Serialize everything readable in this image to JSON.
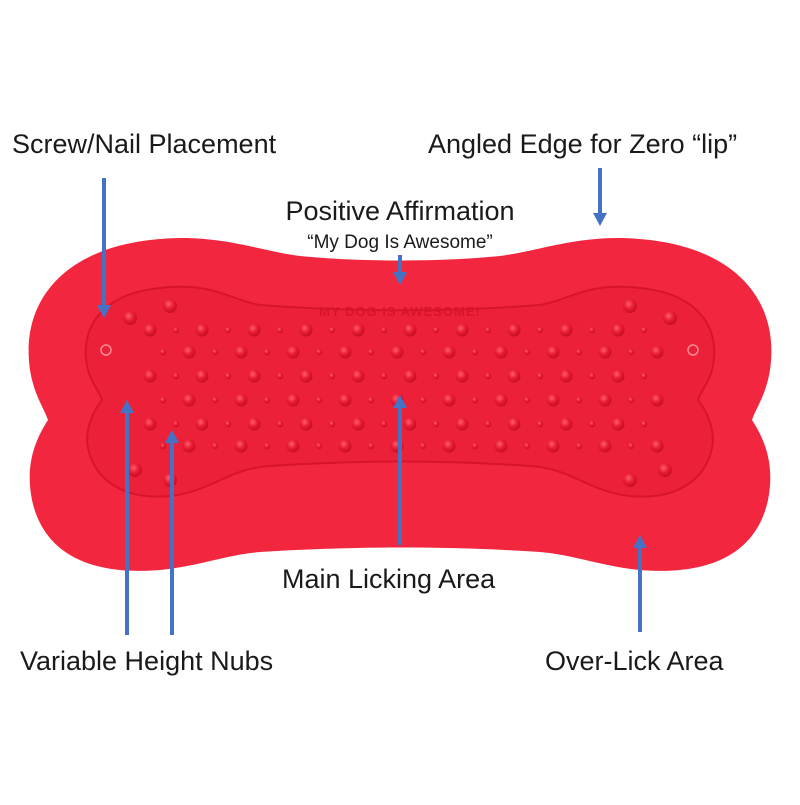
{
  "labels": {
    "screw": "Screw/Nail Placement",
    "angled": "Angled Edge for Zero “lip”",
    "positive": "Positive Affirmation",
    "quote": "“My Dog Is Awesome”",
    "main": "Main Licking Area",
    "variable": "Variable Height Nubs",
    "overlick": "Over-Lick Area"
  },
  "mat": {
    "engraving": "MY DOG IS AWESOME!",
    "color": "#f2273f",
    "inner_color": "#ec2038",
    "nub_color": "#e0152d"
  },
  "arrow_color": "#4472c4"
}
